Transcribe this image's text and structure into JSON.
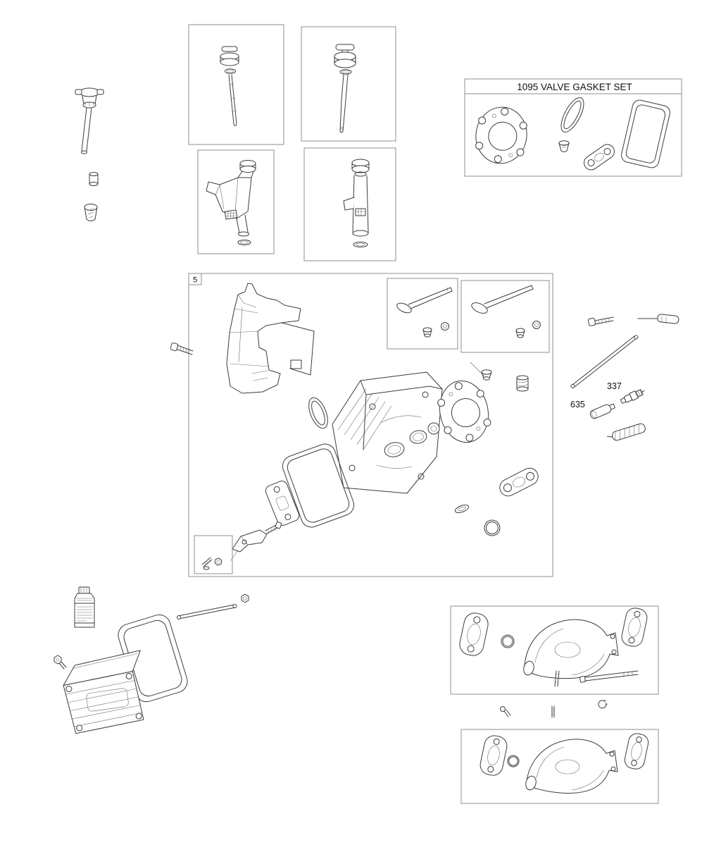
{
  "labels": {
    "gasket_set_title": "1095 VALVE GASKET SET",
    "group_5": "5",
    "callout_337": "337",
    "callout_635": "635"
  },
  "colors": {
    "line": "#3c3c3c",
    "panel_border": "#8f8f8f",
    "background": "#ffffff"
  }
}
